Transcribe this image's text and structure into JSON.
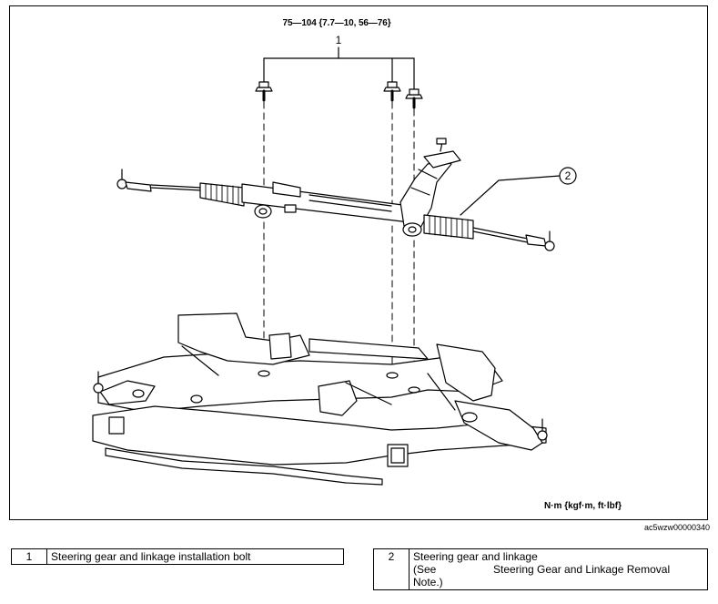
{
  "figure": {
    "torque_spec": "75—104 {7.7—10, 56—76}",
    "callout_1": "1",
    "callout_2": "2",
    "units": "N·m {kgf·m, ft·lbf}",
    "figure_code": "ac5wzw00000340",
    "parts_shown": [
      "steering gear and linkage",
      "installation bolts",
      "front crossmember"
    ]
  },
  "legend": {
    "items": [
      {
        "number": "1",
        "description": "Steering gear and linkage installation bolt"
      },
      {
        "number": "2",
        "description": "Steering gear and linkage",
        "see_prefix": "(See",
        "see_ref": "Steering Gear and Linkage Removal",
        "see_suffix": "Note.)"
      }
    ]
  }
}
